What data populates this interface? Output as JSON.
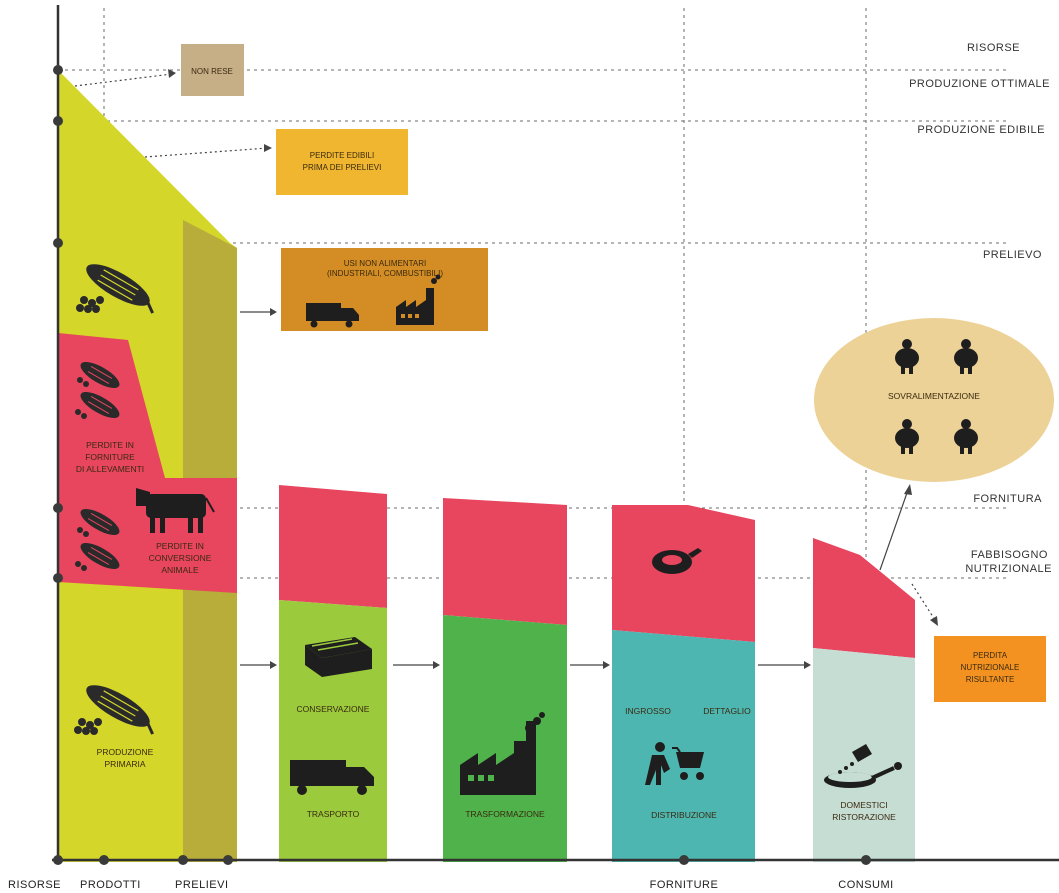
{
  "levels": {
    "risorse": "RISORSE",
    "produzione_ottimale": "PRODUZIONE OTTIMALE",
    "produzione_edibile": "PRODUZIONE EDIBILE",
    "prelievo": "PRELIEVO",
    "fornitura": "FORNITURA",
    "fabbisogno_1": "FABBISOGNO",
    "fabbisogno_2": "NUTRIZIONALE"
  },
  "axis": {
    "risorse": "RISORSE",
    "prodotti": "PRODOTTI",
    "prelievi": "PRELIEVI",
    "forniture": "FORNITURE",
    "consumi": "CONSUMI"
  },
  "boxes": {
    "non_rese": "NON RESE",
    "perdite_edibili_1": "PERDITE EDIBILI",
    "perdite_edibili_2": "PRIMA DEI PRELIEVI",
    "usi_1": "USI NON ALIMENTARI",
    "usi_2": "(INDUSTRIALI, COMBUSTIBILI)",
    "sovralimentazione": "SOVRALIMENTAZIONE",
    "perdita_1": "PERDITA",
    "perdita_2": "NUTRIZIONALE",
    "perdita_3": "RISULTANTE"
  },
  "labels": {
    "allevamenti_1": "PERDITE IN",
    "allevamenti_2": "FORNITURE",
    "allevamenti_3": "DI ALLEVAMENTI",
    "conversione_1": "PERDITE IN",
    "conversione_2": "CONVERSIONE",
    "conversione_3": "ANIMALE",
    "produzione_1": "PRODUZIONE",
    "produzione_2": "PRIMARIA",
    "conservazione": "CONSERVAZIONE",
    "trasporto": "TRASPORTO",
    "trasformazione": "TRASFORMAZIONE",
    "ingrosso": "INGROSSO",
    "dettaglio": "DETTAGLIO",
    "distribuzione": "DISTRIBUZIONE",
    "domestici": "DOMESTICI",
    "ristorazione": "RISTORAZIONE"
  },
  "colors": {
    "yellow_green": "#d4d62a",
    "dark_band": "#b8ad3a",
    "pink": "#e8455f",
    "light_green": "#9bca3c",
    "green": "#4fb24a",
    "teal": "#4eb6b0",
    "pale_teal": "#c6ddd3",
    "non_rese_box": "#c6ae86",
    "perdite_box": "#f0b630",
    "usi_box": "#d48d24",
    "sovra_ellipse": "#ecd296",
    "perdita_box": "#f39221"
  },
  "icons": [
    "corn-icon",
    "cow-icon",
    "truck-icon",
    "factory-icon",
    "crate-icon",
    "worker-cart-icon",
    "meat-icon",
    "pan-icon",
    "person-icon"
  ]
}
